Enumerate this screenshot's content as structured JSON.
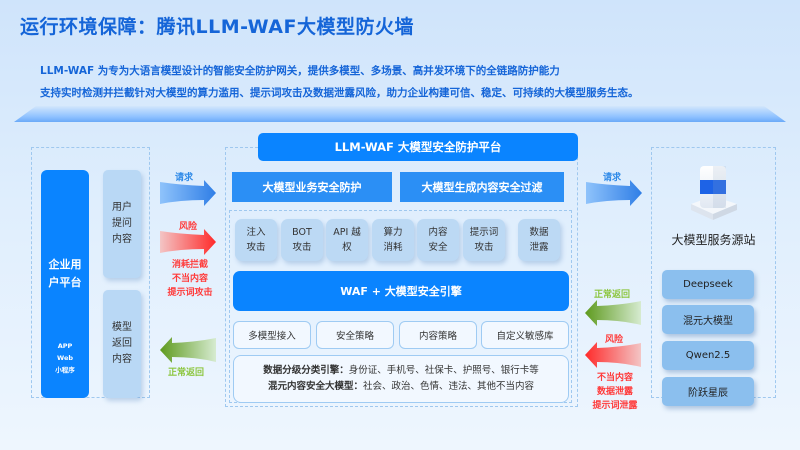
{
  "title": "运行环境保障：腾讯LLM-WAF大模型防火墙",
  "description": [
    "LLM-WAF 为专为大语言模型设计的智能安全防护网关，提供多模型、多场景、高并发环境下的全链路防护能力",
    "支持实时检测并拦截针对大模型的算力滥用、提示词攻击及数据泄露风险，助力企业构建可信、稳定、可持续的大模型服务生态。"
  ],
  "left_panel": {
    "platform_title": "企业用户平台",
    "platform_title_lines": [
      "企业用",
      "户平台"
    ],
    "platform_channels": [
      "APP",
      "Web",
      "小程序"
    ],
    "user_box": "用户\n提问\n内容",
    "model_box": "模型\n返回\n内容"
  },
  "left_arrows": {
    "request": "请求",
    "risk": "风险",
    "risk_items": [
      "消耗拦截",
      "不当内容",
      "提示词攻击"
    ],
    "normal_return": "正常返回"
  },
  "center": {
    "platform_header": "LLM-WAF 大模型安全防护平台",
    "sections": [
      "大模型业务安全防护",
      "大模型生成内容安全过滤"
    ],
    "threats": [
      "注入\n攻击",
      "BOT\n攻击",
      "API 越\n权",
      "算力\n消耗",
      "内容\n安全",
      "提示词\n攻击",
      "数据\n泄露"
    ],
    "engine": "WAF + 大模型安全引擎",
    "features": [
      "多模型接入",
      "安全策略",
      "内容策略",
      "自定义敏感库"
    ],
    "info": [
      {
        "label": "数据分级分类引擎：",
        "text": "身份证、手机号、社保卡、护照号、银行卡等"
      },
      {
        "label": "混元内容安全大模型：",
        "text": "社会、政治、色情、违法、其他不当内容"
      }
    ]
  },
  "right_arrows": {
    "request": "请求",
    "normal_return": "正常返回",
    "risk": "风险",
    "risk_items": [
      "不当内容",
      "数据泄露",
      "提示词泄露"
    ]
  },
  "right_panel": {
    "title": "大模型服务源站",
    "models": [
      "Deepseek",
      "混元大模型",
      "Qwen2.5",
      "阶跃星辰"
    ]
  },
  "colors": {
    "primary_blue": "#0a84ff",
    "title_blue": "#1565d8",
    "risk_red": "#ff3b3b",
    "normal_green": "#8cc63f"
  }
}
